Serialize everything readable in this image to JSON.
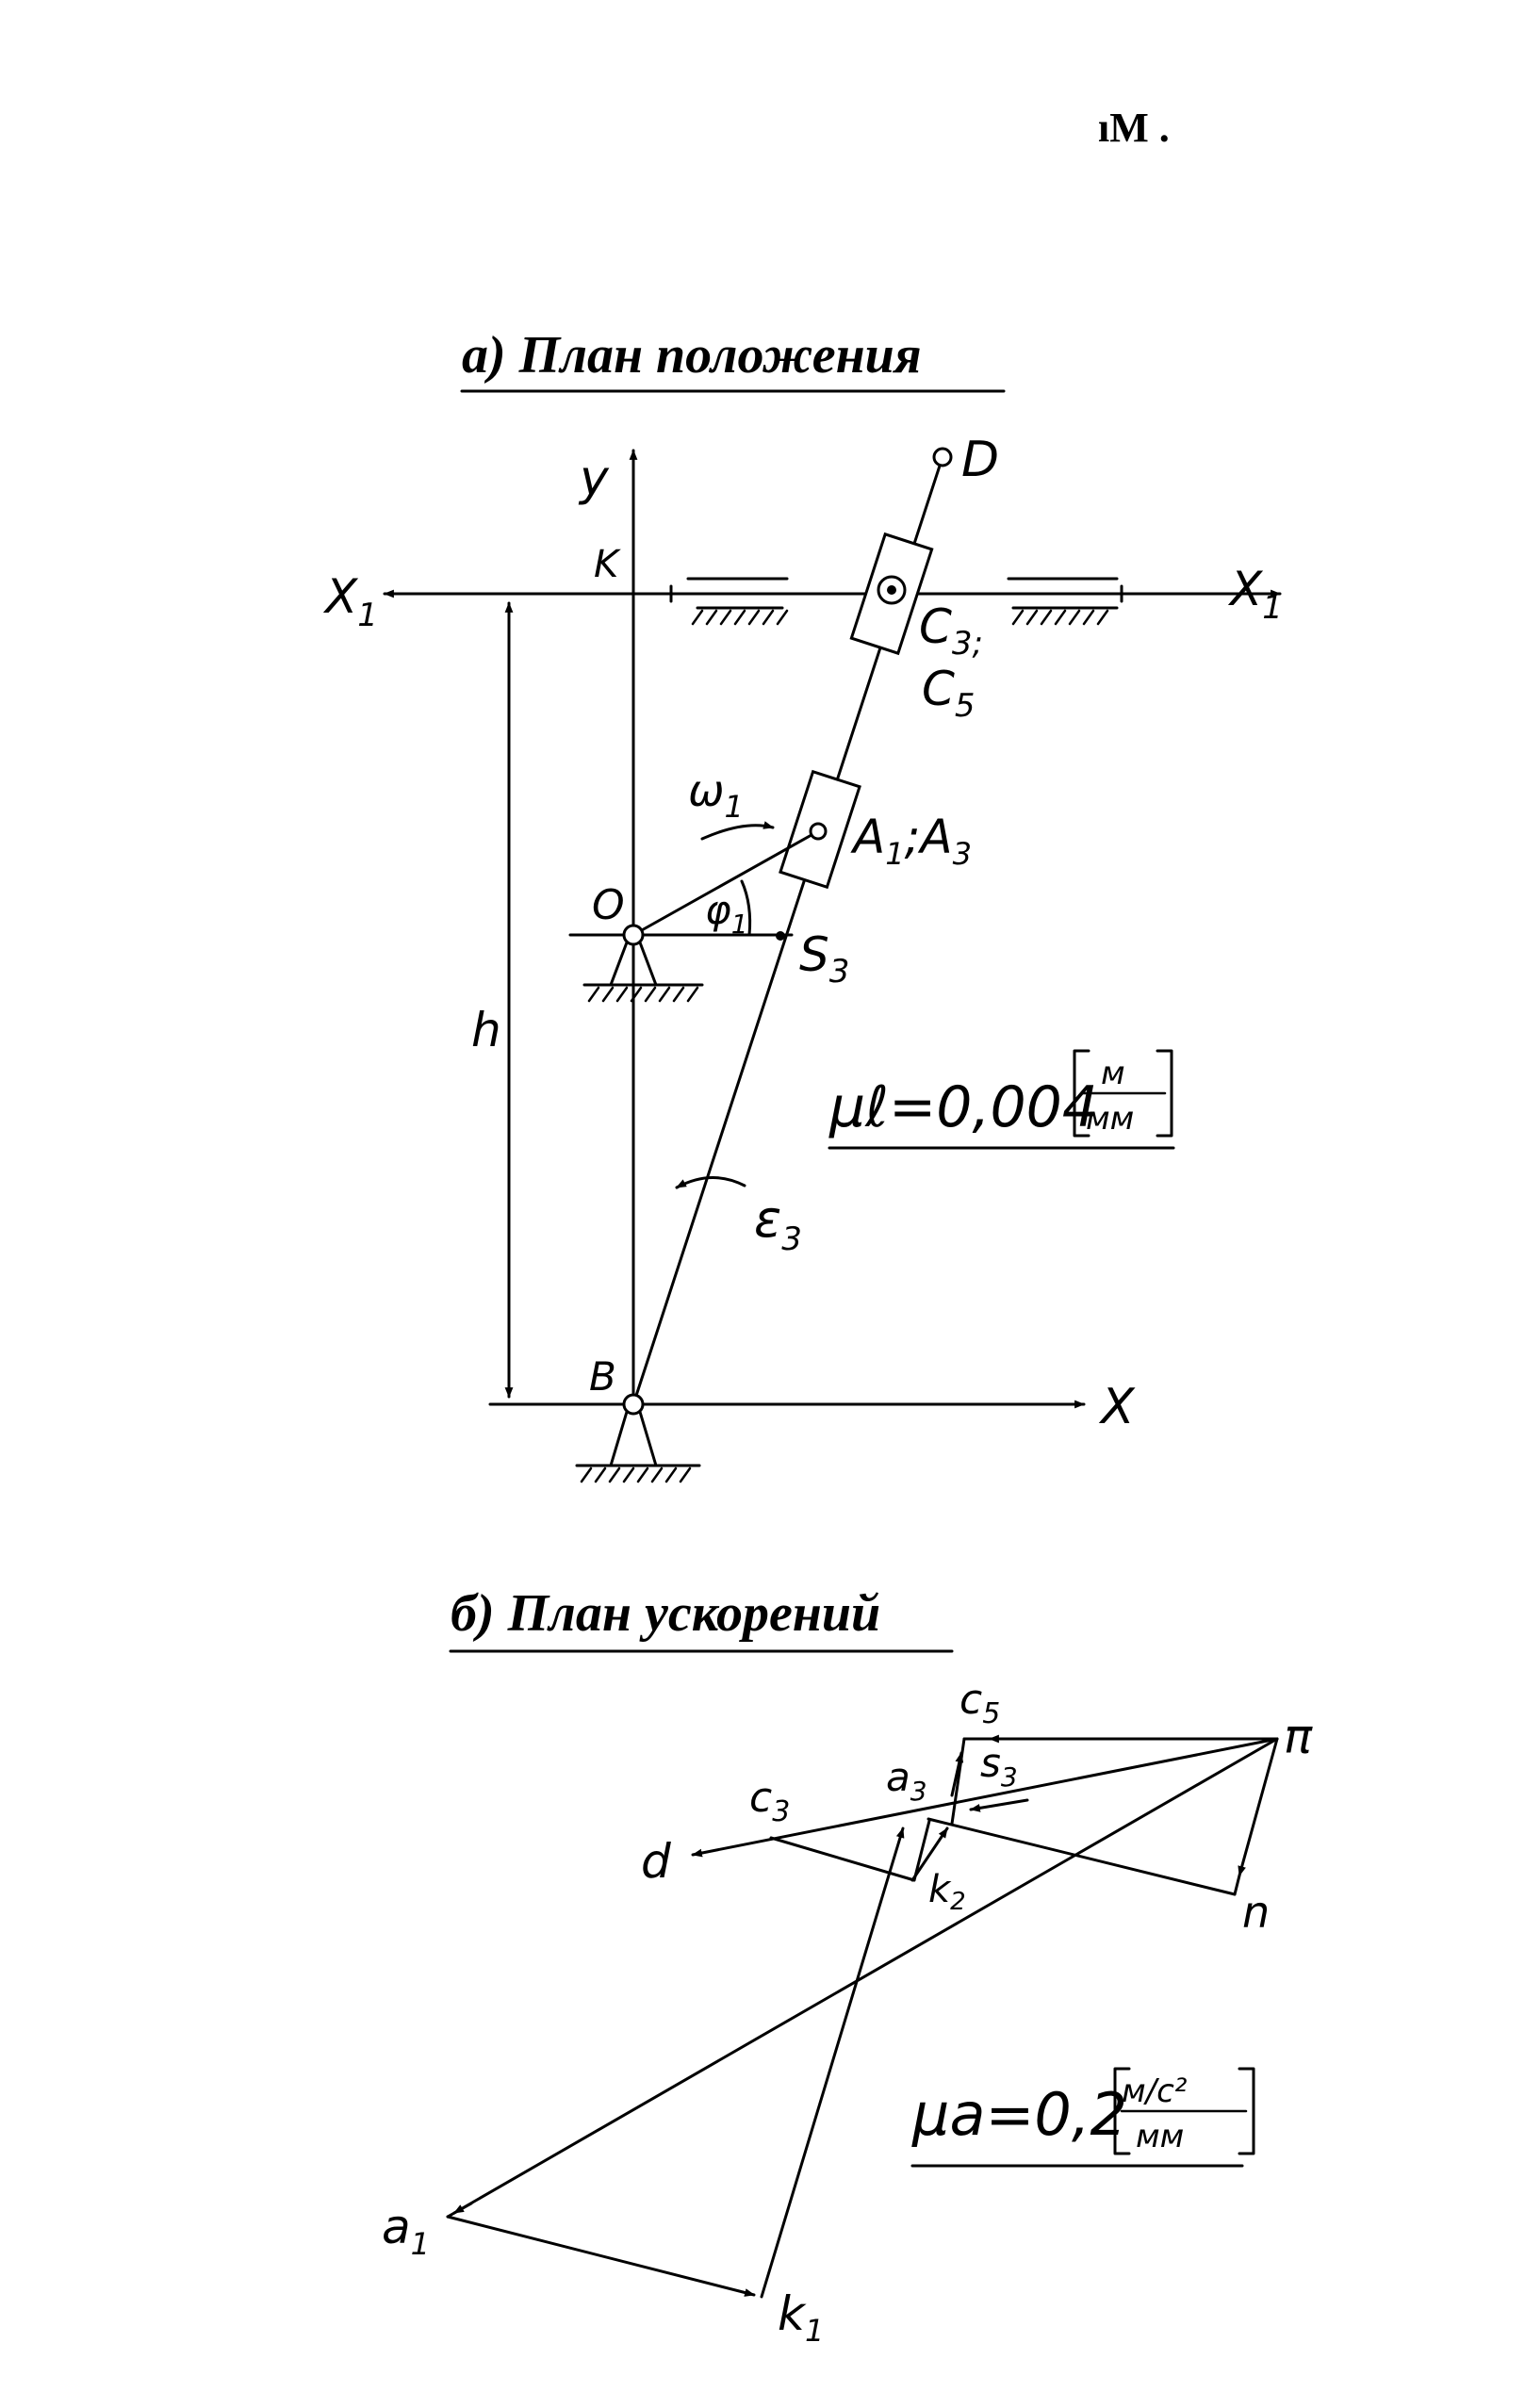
{
  "header_fragment": "ıM .",
  "position_plan": {
    "title": "а) План положения",
    "scale_label": "μℓ=0,004",
    "scale_units": {
      "numerator": "м",
      "denominator": "мм"
    },
    "axis_labels": {
      "y": "y",
      "x": "X",
      "x1_left": "X",
      "x1_left_sub": "1",
      "x1_right": "X",
      "x1_right_sub": "1"
    },
    "points": {
      "D": "D",
      "K": "K",
      "C3": "C",
      "C3_sub": "3;",
      "C5": "C",
      "C5_sub": "5",
      "A1A3": "A",
      "A1_sub": "1",
      "A_sep": ";A",
      "A3_sub": "3",
      "O": "O",
      "S3": "S",
      "S3_sub": "3",
      "B": "B"
    },
    "omega": "ω",
    "omega_sub": "1",
    "phi": "φ",
    "phi_sub": "1",
    "epsilon": "ε",
    "epsilon_sub": "3",
    "h": "h"
  },
  "acceleration_plan": {
    "title": "б) План ускорений",
    "scale_label": "μa=0,2",
    "scale_units": {
      "numerator": "м/с²",
      "denominator": "мм"
    },
    "points": {
      "c5": "c",
      "c5_sub": "5",
      "pi": "π",
      "s3": "s",
      "s3_sub": "3",
      "a3": "a",
      "a3_sub": "3",
      "c3": "c",
      "c3_sub": "3",
      "d": "d",
      "k2": "k",
      "k2_sub": "2",
      "n": "n",
      "a1": "a",
      "a1_sub": "1",
      "k1": "k",
      "k1_sub": "1"
    }
  }
}
